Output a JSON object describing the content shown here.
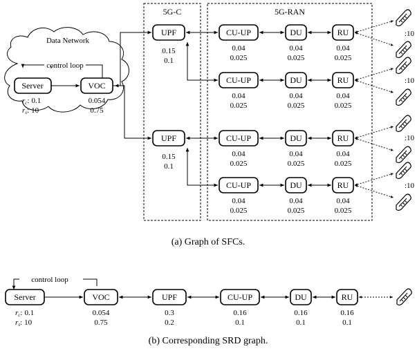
{
  "part_a": {
    "caption": "(a) Graph of SFCs.",
    "data_network": {
      "title": "Data Network",
      "control_loop": "control loop",
      "server": {
        "label": "Server",
        "rc": "0.1",
        "rs": "10"
      },
      "voc": {
        "label": "VOC",
        "v1": "0.054",
        "v2": "0.75"
      }
    },
    "core": {
      "title": "5G-C",
      "upf": [
        {
          "label": "UPF",
          "v1": "0.15",
          "v2": "0.1"
        },
        {
          "label": "UPF",
          "v1": "0.15",
          "v2": "0.1"
        }
      ]
    },
    "ran": {
      "title": "5G-RAN",
      "rows": [
        {
          "cu": {
            "label": "CU-UP",
            "v1": "0.04",
            "v2": "0.025"
          },
          "du": {
            "label": "DU",
            "v1": "0.04",
            "v2": "0.025"
          },
          "ru": {
            "label": "RU",
            "v1": "0.04",
            "v2": "0.025"
          },
          "users": ":10"
        },
        {
          "cu": {
            "label": "CU-UP",
            "v1": "0.04",
            "v2": "0.025"
          },
          "du": {
            "label": "DU",
            "v1": "0.04",
            "v2": "0.025"
          },
          "ru": {
            "label": "RU",
            "v1": "0.04",
            "v2": "0.025"
          },
          "users": ":10"
        },
        {
          "cu": {
            "label": "CU-UP",
            "v1": "0.04",
            "v2": "0.025"
          },
          "du": {
            "label": "DU",
            "v1": "0.04",
            "v2": "0.025"
          },
          "ru": {
            "label": "RU",
            "v1": "0.04",
            "v2": "0.025"
          },
          "users": ":10"
        },
        {
          "cu": {
            "label": "CU-UP",
            "v1": "0.04",
            "v2": "0.025"
          },
          "du": {
            "label": "DU",
            "v1": "0.04",
            "v2": "0.025"
          },
          "ru": {
            "label": "RU",
            "v1": "0.04",
            "v2": "0.025"
          },
          "users": ":10"
        }
      ]
    }
  },
  "part_b": {
    "caption": "(b) Corresponding SRD graph.",
    "control_loop": "control loop",
    "server": {
      "label": "Server",
      "rc": "0.1",
      "rs": "10"
    },
    "voc": {
      "label": "VOC",
      "v1": "0.054",
      "v2": "0.75"
    },
    "upf": {
      "label": "UPF",
      "v1": "0.3",
      "v2": "0.2"
    },
    "cu": {
      "label": "CU-UP",
      "v1": "0.16",
      "v2": "0.1"
    },
    "du": {
      "label": "DU",
      "v1": "0.16",
      "v2": "0.1"
    },
    "ru": {
      "label": "RU",
      "v1": "0.16",
      "v2": "0.1"
    }
  },
  "symbols": {
    "rc": "r",
    "rc_sub": "c",
    "rs": "r",
    "rs_sub": "s",
    "colon": ":"
  }
}
